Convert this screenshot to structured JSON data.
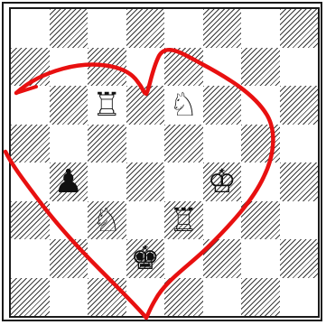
{
  "board": {
    "rows": [
      [
        "",
        "",
        "",
        "",
        "",
        "",
        "",
        ""
      ],
      [
        "",
        "",
        "",
        "",
        "",
        "",
        "",
        ""
      ],
      [
        "",
        "",
        "♖",
        "",
        "♘",
        "",
        "",
        ""
      ],
      [
        "",
        "",
        "",
        "",
        "",
        "",
        "",
        ""
      ],
      [
        "",
        "♟",
        "",
        "",
        "",
        "♔",
        "",
        ""
      ],
      [
        "",
        "",
        "♘",
        "",
        "♖",
        "",
        "",
        ""
      ],
      [
        "",
        "",
        "",
        "♚",
        "",
        "",
        "",
        ""
      ],
      [
        "",
        "",
        "",
        "",
        "",
        "",
        "",
        ""
      ]
    ],
    "names": [
      [
        "",
        "",
        "",
        "",
        "",
        "",
        "",
        ""
      ],
      [
        "",
        "",
        "",
        "",
        "",
        "",
        "",
        ""
      ],
      [
        "",
        "",
        "white-rook",
        "",
        "white-knight",
        "",
        "",
        ""
      ],
      [
        "",
        "",
        "",
        "",
        "",
        "",
        "",
        ""
      ],
      [
        "",
        "black-pawn",
        "",
        "",
        "",
        "white-king",
        "",
        ""
      ],
      [
        "",
        "",
        "white-knight",
        "",
        "white-rook",
        "",
        "",
        ""
      ],
      [
        "",
        "",
        "",
        "black-king",
        "",
        "",
        "",
        ""
      ],
      [
        "",
        "",
        "",
        "",
        "",
        "",
        "",
        ""
      ]
    ]
  },
  "annotation": {
    "shape": "heart",
    "color": "#e81010"
  }
}
